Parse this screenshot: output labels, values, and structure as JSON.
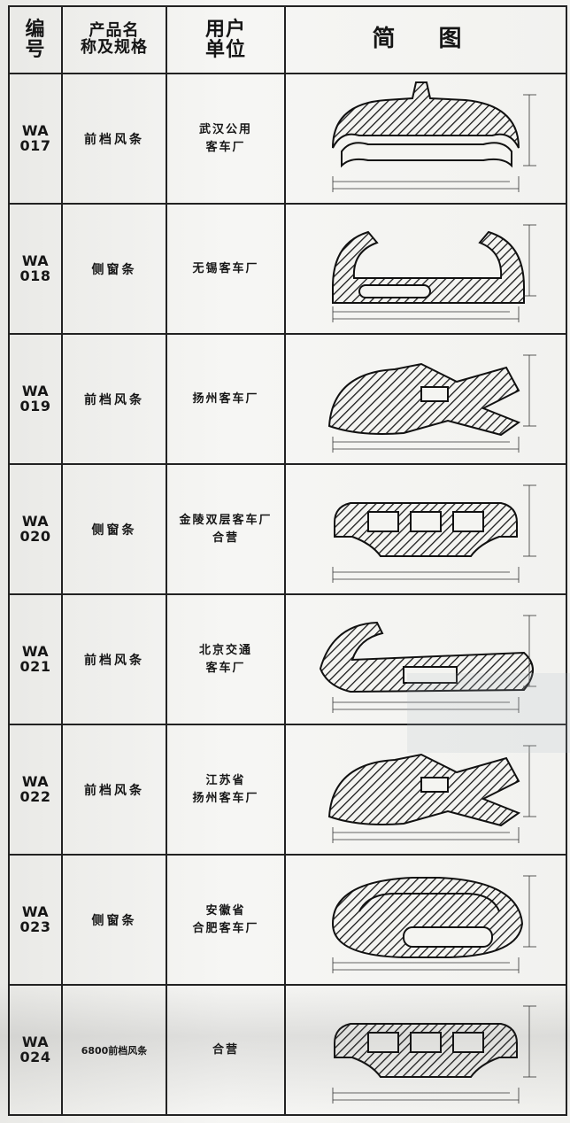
{
  "header": {
    "code": "编\n号",
    "name": "产品名\n称及规格",
    "user": "用户\n单位",
    "diagram": "简 图"
  },
  "rows": [
    {
      "code": [
        "WA",
        "017"
      ],
      "name": "前档风条",
      "user": [
        "武汉公用",
        "客车厂"
      ],
      "shape": "oval-top-slot"
    },
    {
      "code": [
        "WA",
        "018"
      ],
      "name": "侧窗条",
      "user": [
        "无锡客车厂"
      ],
      "shape": "u-channel"
    },
    {
      "code": [
        "WA",
        "019"
      ],
      "name": "前档风条",
      "user": [
        "扬州客车厂"
      ],
      "shape": "wedge-lip"
    },
    {
      "code": [
        "WA",
        "020"
      ],
      "name": "侧窗条",
      "user": [
        "金陵双层客车厂",
        "合营"
      ],
      "shape": "hollow-box"
    },
    {
      "code": [
        "WA",
        "021"
      ],
      "name": "前档风条",
      "user": [
        "北京交通",
        "客车厂"
      ],
      "shape": "wide-lip"
    },
    {
      "code": [
        "WA",
        "022"
      ],
      "name": "前档风条",
      "user": [
        "江苏省",
        "扬州客车厂"
      ],
      "shape": "wedge-lip"
    },
    {
      "code": [
        "WA",
        "023"
      ],
      "name": "侧窗条",
      "user": [
        "安徽省",
        "合肥客车厂"
      ],
      "shape": "oval-hollow"
    },
    {
      "code": [
        "WA",
        "024"
      ],
      "name": "6800前档风条",
      "user": [
        "合营"
      ],
      "shape": "hollow-box"
    }
  ]
}
